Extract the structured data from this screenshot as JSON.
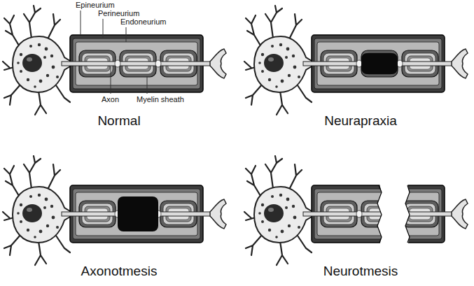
{
  "diagram": {
    "labels": [
      "Epineurium",
      "Perineurium",
      "Endoneurium",
      "Axon",
      "Myelin sheath",
      "Normal",
      "Neurapraxia",
      "Axonotmesis",
      "Neurotmesis"
    ]
  }
}
